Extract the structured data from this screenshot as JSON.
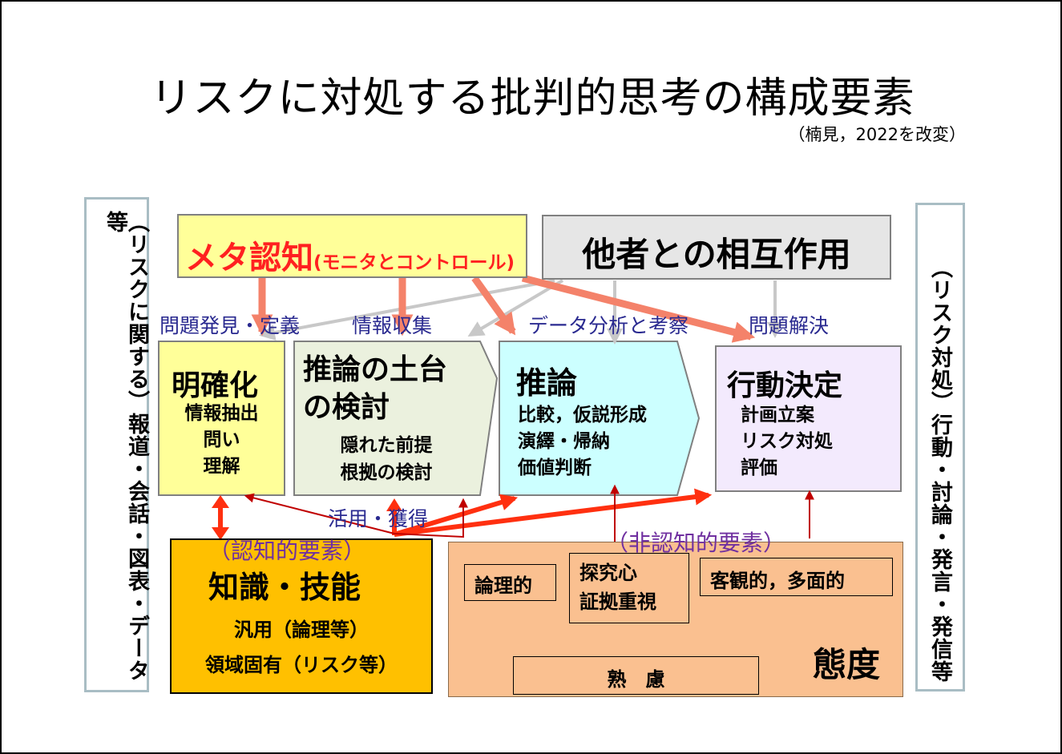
{
  "title": "リスクに対処する批判的思考の構成要素",
  "source": "（楠見，2022を改変）",
  "left_side": "（リスクに関する）報道・会話・図表・データ等",
  "right_side": "（リスク対処）行動・討論・発言・発信等",
  "meta": {
    "main": "メタ認知",
    "sub": "(モニタとコントロール)"
  },
  "interaction": "他者との相互作用",
  "stage_labels": [
    "問題発見・定義",
    "情報収集",
    "データ分析と考察",
    "問題解決"
  ],
  "stages": [
    {
      "title": "明確化",
      "items": [
        "情報抽出",
        "問い",
        "理解"
      ]
    },
    {
      "title_lines": [
        "推論の土台",
        "の検討"
      ],
      "items": [
        "隠れた前提",
        "根拠の検討"
      ]
    },
    {
      "title": "推論",
      "items": [
        "比較，仮説形成",
        "演繹・帰納",
        "価値判断"
      ]
    },
    {
      "title": "行動決定",
      "items": [
        "計画立案",
        "リスク対処",
        "評価"
      ]
    }
  ],
  "use_label": "活用・獲得",
  "cognitive_label": "（認知的要素）",
  "noncognitive_label": "（非認知的要素）",
  "knowledge": {
    "title": "知識・技能",
    "items": [
      "汎用（論理等）",
      "領域固有（リスク等）"
    ]
  },
  "attitude": {
    "title": "態度",
    "boxes": [
      [
        "論理的"
      ],
      [
        "探究心",
        "証拠重視"
      ],
      [
        "客観的，多面的"
      ]
    ],
    "base": "熟　慮"
  },
  "colors": {
    "meta_bg": "#ffff99",
    "meta_text": "#ff2020",
    "arrow_red": "#ff3010",
    "arrow_salmon": "#f4826a",
    "dark_red": "#c00000",
    "knowledge_bg": "#ffc000",
    "attitude_bg": "#fac090",
    "label_blue": "#2a2a90",
    "purple": "#7030a0"
  }
}
